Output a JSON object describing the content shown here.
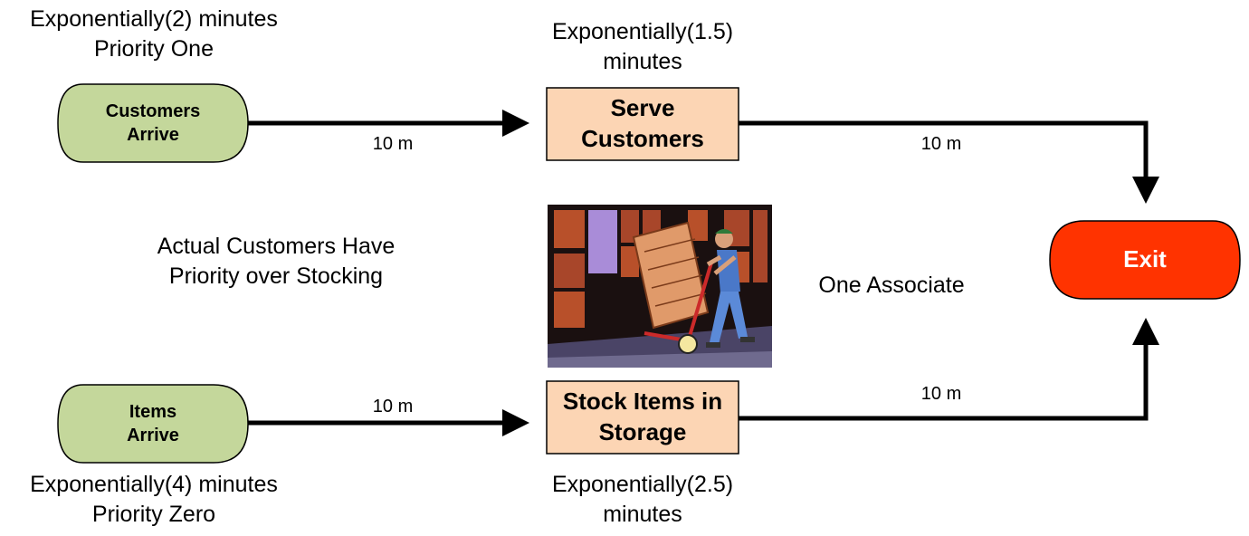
{
  "nodes": {
    "customers_arrive": {
      "line1": "Customers",
      "line2": "Arrive"
    },
    "items_arrive": {
      "line1": "Items",
      "line2": "Arrive"
    },
    "serve_customers": {
      "line1": "Serve",
      "line2": "Customers"
    },
    "stock_items": {
      "line1": "Stock Items in",
      "line2": "Storage"
    },
    "exit": {
      "label": "Exit"
    }
  },
  "annotations": {
    "customers_arrival": {
      "line1": "Exponentially(2) minutes",
      "line2": "Priority One"
    },
    "items_arrival": {
      "line1": "Exponentially(4) minutes",
      "line2": "Priority Zero"
    },
    "serve_time": {
      "line1": "Exponentially(1.5)",
      "line2": "minutes"
    },
    "stock_time": {
      "line1": "Exponentially(2.5)",
      "line2": "minutes"
    },
    "priority_note": {
      "line1": "Actual Customers Have",
      "line2": "Priority over Stocking"
    },
    "resource_note": "One Associate"
  },
  "edges": {
    "customers_to_serve": "10 m",
    "serve_to_exit": "10 m",
    "items_to_stock": "10 m",
    "stock_to_exit": "10 m"
  },
  "colors": {
    "arrival_fill": "#c4d79b",
    "process_fill": "#fcd5b4",
    "exit_fill": "#ff3300",
    "line": "#000000"
  },
  "image": {
    "description_icon": "warehouse-worker-clipart"
  }
}
